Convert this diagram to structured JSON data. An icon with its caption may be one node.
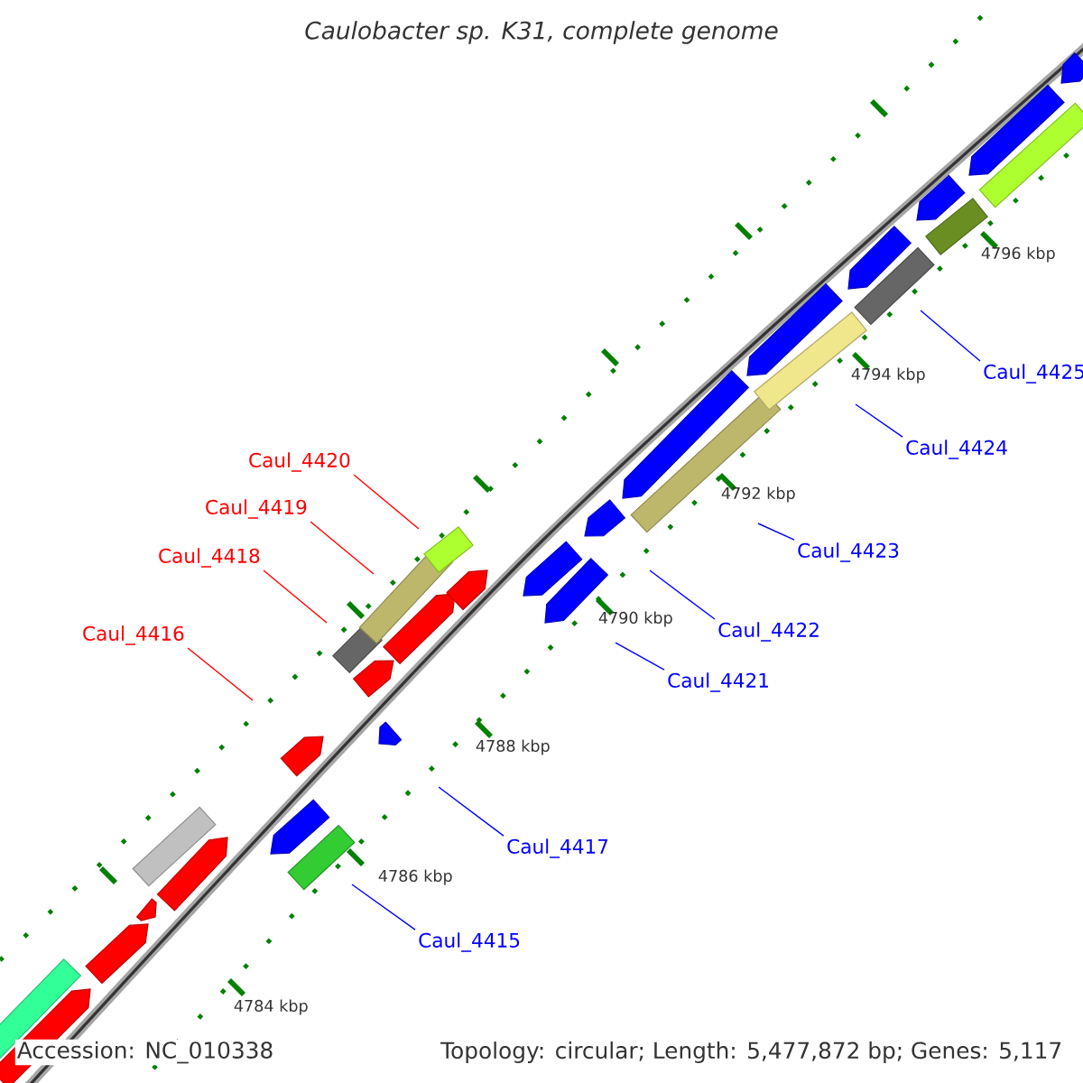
{
  "diagram": {
    "title": "Caulobacter sp. K31, complete genome",
    "nodes": [
      {
        "text": [
          "Caul_4420"
        ]
      },
      {
        "text": [
          "Caul_4419"
        ]
      },
      {
        "text": [
          "Caul_4418"
        ]
      },
      {
        "text": [
          "Caul_4416"
        ]
      },
      {
        "text": [
          "Caul_4425"
        ]
      },
      {
        "text": [
          "Caul_4424"
        ]
      },
      {
        "text": [
          "Caul_4423"
        ]
      },
      {
        "text": [
          "Caul_4422"
        ]
      },
      {
        "text": [
          "Caul_4421"
        ]
      },
      {
        "text": [
          "Caul_4417"
        ]
      },
      {
        "text": [
          "Caul_4415"
        ]
      }
    ],
    "edges": [
      {
        "from": 0,
        "to": null,
        "arrow": "none",
        "color": "#ff0000"
      },
      {
        "from": 1,
        "to": null,
        "arrow": "none",
        "color": "#ff0000"
      },
      {
        "from": 2,
        "to": null,
        "arrow": "none",
        "color": "#ff0000"
      },
      {
        "from": 3,
        "to": null,
        "arrow": "none",
        "color": "#ff0000"
      },
      {
        "from": 4,
        "to": null,
        "arrow": "none"
      },
      {
        "from": 5,
        "to": null,
        "arrow": "none"
      },
      {
        "from": 6,
        "to": null,
        "arrow": "none"
      },
      {
        "from": 7,
        "to": null,
        "arrow": "none"
      },
      {
        "from": 8,
        "to": null,
        "arrow": "none"
      },
      {
        "from": 9,
        "to": null,
        "arrow": "none"
      },
      {
        "from": 10,
        "to": null,
        "arrow": "none"
      }
    ],
    "labels": [
      "4796 kbp",
      "4794 kbp",
      "4792 kbp",
      "4790 kbp",
      "4788 kbp",
      "4786 kbp",
      "4784 kbp",
      "Accession: NC_010338",
      "Topology: circular; Length: 5,477,872 bp; Genes: 5,117"
    ]
  }
}
